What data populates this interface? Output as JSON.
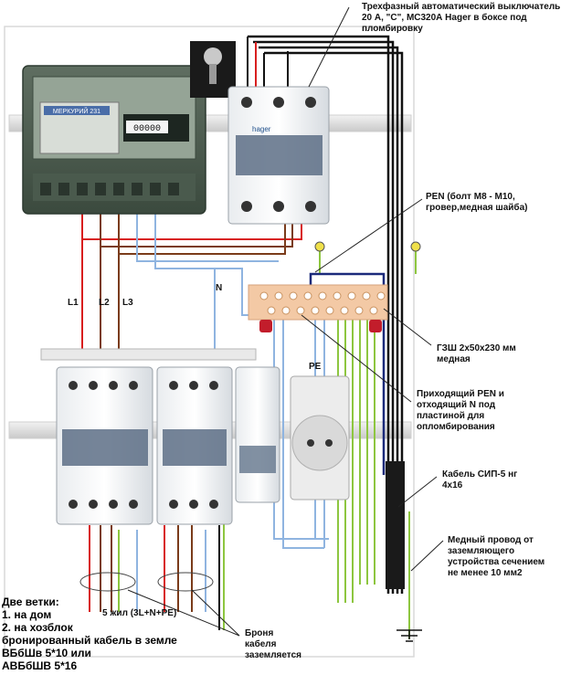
{
  "labels": {
    "breaker": "Трехфазный автоматический выключатель\n20 А, \"С\", МС320А Hager в боксе под пломбировку",
    "pen_bolt": "PEN (болт М8 - М10,\nгровер,медная шайба)",
    "bus": "ГЗШ 2х50х230 мм\nмедная",
    "pen_in": "Приходящий PEN  и\nотходящий N под\nпластиной для\nопломбирования",
    "cable_sip": "Кабель СИП-5 нг\n4х16",
    "ground_wire": "Медный провод от\nзаземляющего\nустройства сечением\nне менее 10 мм2",
    "armor": "Броня\nкабеля\nзаземляется",
    "branches": "Две ветки:\n1. на дом\n2. на хозблок\nбронированный кабель в земле\nВБбШв 5*10  или\nАВБбШВ 5*16",
    "five_core": "5 жил (3L+N+PE)",
    "l1": "L1",
    "l2": "L2",
    "l3": "L3",
    "n": "N",
    "pe": "PE",
    "meter_brand": "МЕРКУРИЙ 231",
    "meter_digits": "00000",
    "hager": "hager"
  },
  "colors": {
    "phase": "#d81e1e",
    "phase2": "#7a3b1a",
    "neutral": "#8fb4e0",
    "pe": "#8dc63f",
    "sip": "#111111",
    "blue_wire": "#1b2a7a",
    "bus": "#f3c9a5"
  }
}
